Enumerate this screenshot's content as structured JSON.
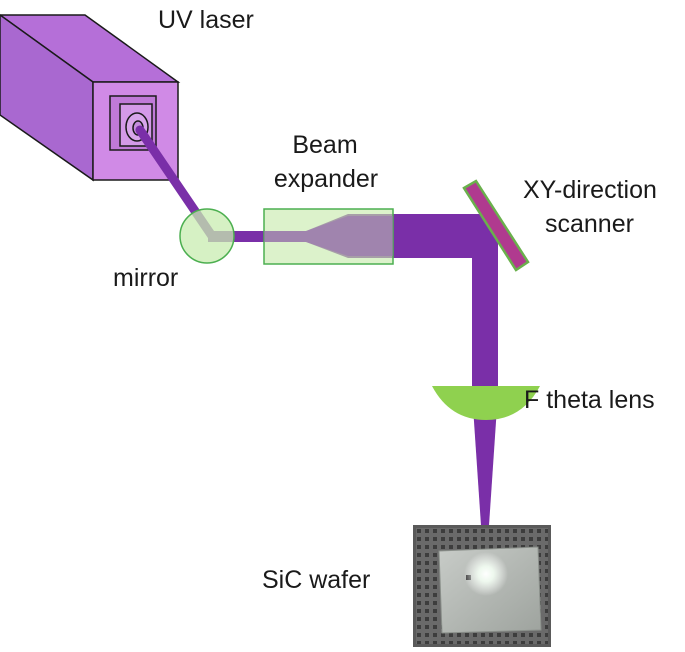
{
  "labels": {
    "uv_laser": "UV laser",
    "beam_expander_line1": "Beam",
    "beam_expander_line2": "expander",
    "scanner_line1": "XY-direction",
    "scanner_line2": "scanner",
    "mirror": "mirror",
    "f_theta_lens": "F theta lens",
    "sic_wafer": "SiC wafer"
  },
  "colors": {
    "laser_box_front": "#d08ae6",
    "laser_box_top": "#b96fdc",
    "laser_box_side": "#9a5cc6",
    "beam": "#7a2fa8",
    "mirror_fill": "#c8ecb0",
    "mirror_stroke": "#4caf50",
    "expander_fill": "#c5eaa8",
    "lens_fill": "#8fd14f",
    "scanner_fill": "#b03a8f",
    "scanner_stroke": "#6ab04c",
    "wafer_bg": "#5b5b5b"
  }
}
